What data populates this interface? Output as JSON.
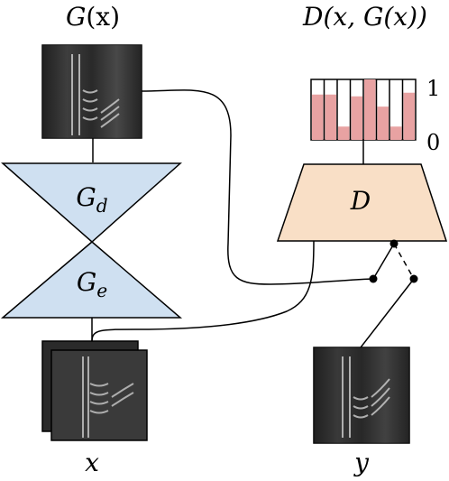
{
  "labels": {
    "gx_title_main": "G",
    "gx_title_arg": "(x)",
    "dx_title": "D(x, G(x))",
    "gd_main": "G",
    "gd_sub": "d",
    "ge_main": "G",
    "ge_sub": "e",
    "d_block": "D",
    "x_label": "x",
    "y_label": "y"
  },
  "discriminator_output": {
    "axis_max_label": "1",
    "axis_min_label": "0",
    "bar_levels": [
      0.75,
      0.75,
      0.22,
      0.72,
      1.0,
      0.55,
      0.22,
      0.78
    ],
    "bar_color": "#e8a2a2"
  },
  "colors": {
    "generator_fill": "#cfe0f1",
    "discriminator_fill": "#f9dfc6",
    "stroke": "#000000"
  }
}
